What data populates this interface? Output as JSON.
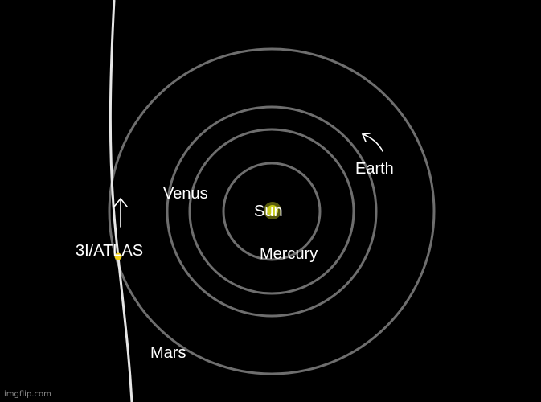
{
  "colors": {
    "background": "#000000",
    "orbit": "#6e6e6e",
    "trajectory": "#e6e6e6",
    "sun": "#c8cc1a",
    "comet": "#f2d21a",
    "label": "#ffffff",
    "arrow": "#ffffff"
  },
  "labels": {
    "sun": "Sun",
    "mercury": "Mercury",
    "venus": "Venus",
    "earth": "Earth",
    "mars": "Mars",
    "comet": "3I/ATLAS"
  },
  "icons": {
    "earth_direction": "curved-arrow-counterclockwise-icon",
    "comet_direction": "up-arrow-icon"
  },
  "watermark": "imgflip.com"
}
